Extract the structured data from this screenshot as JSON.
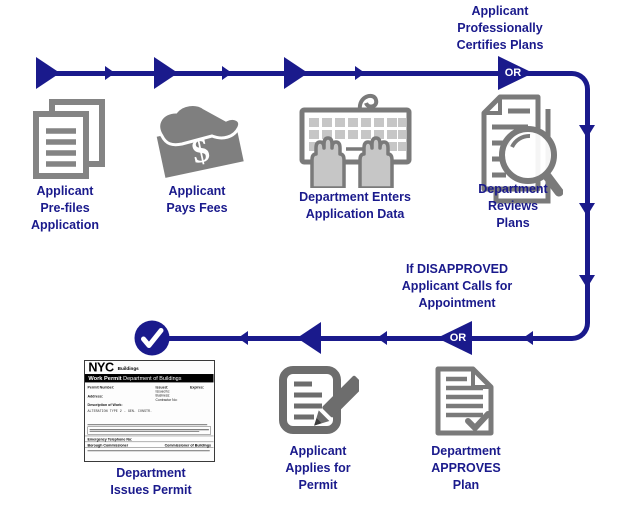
{
  "colors": {
    "navy": "#1a1a8c",
    "icon_gray": "#7d7d7d",
    "icon_light_gray": "#c6c6c6",
    "white": "#ffffff",
    "black": "#000000"
  },
  "labels": {
    "certifies": "Applicant\nProfessionally\nCertifies Plans",
    "prefiles": "Applicant\nPre-files\nApplication",
    "pays": "Applicant\nPays Fees",
    "enters": "Department Enters\nApplication Data",
    "reviews": "Department\nReviews\nPlans",
    "disapproved": "If DISAPPROVED\nApplicant Calls for\nAppointment",
    "issues": "Department\nIssues Permit",
    "applies": "Applicant\nApplies for\nPermit",
    "approves": "Department\nAPPROVES\nPlan",
    "or": "OR"
  },
  "permit": {
    "logo": "NYC",
    "logo_sub": "Buildings",
    "bar_bold": "Work Permit",
    "bar_rest": " Department of Buildings",
    "fields_left": [
      "Permit Number:",
      "Address:",
      "Description of Work:"
    ],
    "work_type": "ALTERATION TYPE 2 - GEN. CONSTR.",
    "fields_right": [
      "Issued:",
      "Issued to:",
      "Business:",
      "Contractor No:"
    ],
    "expires": "Expires:",
    "emergency": "Emergency Telephone No:",
    "borough": "Borough Commissioner",
    "commissioner": "Commissioner of Buildings"
  }
}
